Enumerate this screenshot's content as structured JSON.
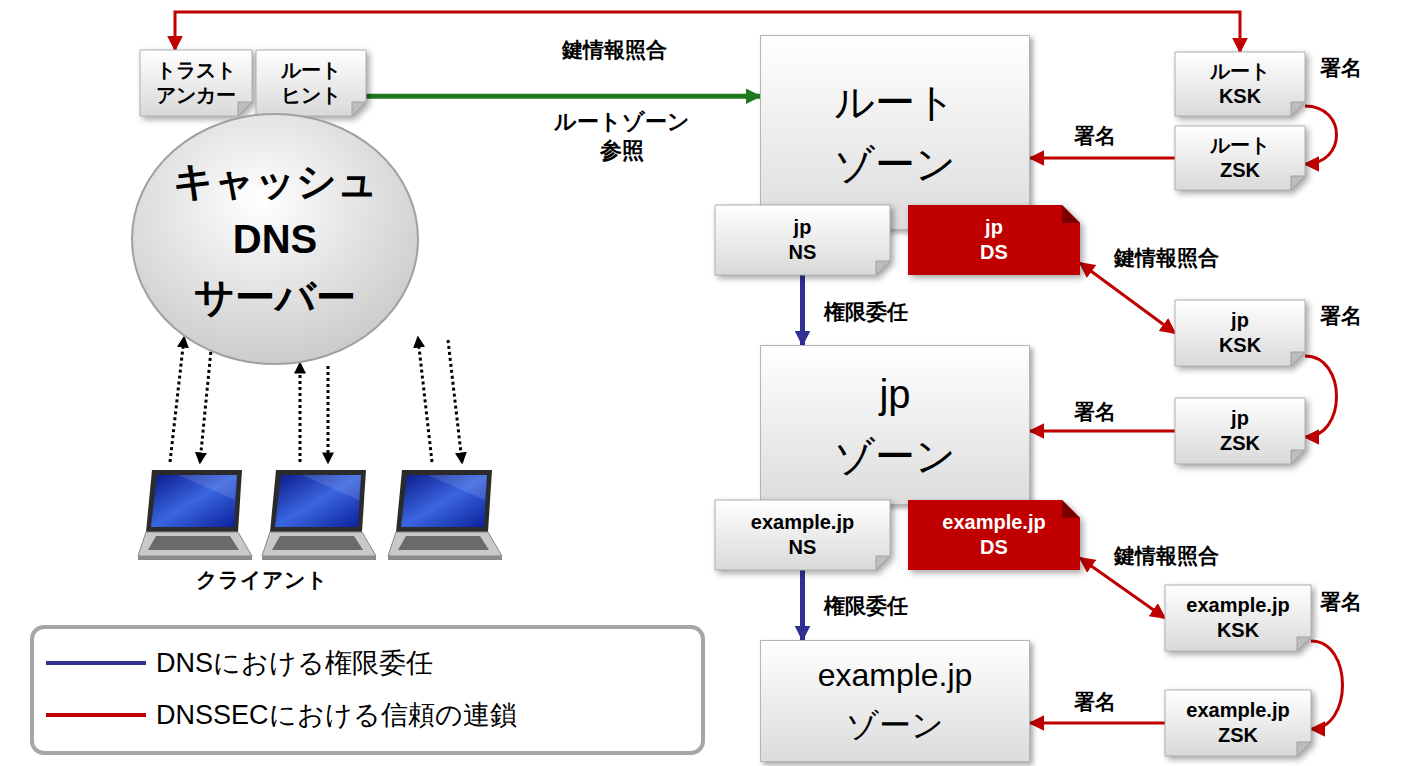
{
  "diagram": {
    "nodes": [
      {
        "text": [
          "トラスト アンカー"
        ]
      },
      {
        "text": [
          "ルート ヒント"
        ]
      },
      {
        "text": [
          "キャッシュ DNS サーバー"
        ]
      },
      {
        "text": [
          "ルート ゾーン"
        ]
      },
      {
        "text": [
          "ルート KSK"
        ]
      },
      {
        "text": [
          "ルート ZSK"
        ]
      },
      {
        "text": [
          "jp NS"
        ]
      },
      {
        "text": [
          "jp DS"
        ]
      },
      {
        "text": [
          "jp ゾーン"
        ]
      },
      {
        "text": [
          "jp KSK"
        ]
      },
      {
        "text": [
          "jp ZSK"
        ]
      },
      {
        "text": [
          "example.jp NS"
        ]
      },
      {
        "text": [
          "example.jp DS"
        ]
      },
      {
        "text": [
          "example.jp ゾーン"
        ]
      },
      {
        "text": [
          "example.jp KSK"
        ]
      },
      {
        "text": [
          "example.jp ZSK"
        ]
      }
    ],
    "edges": [
      {
        "from": 0,
        "to": 4,
        "label": "鍵情報照合",
        "arrow": "both"
      },
      {
        "from": 1,
        "to": 3,
        "label": "ルートゾーン 参照",
        "arrow": "to"
      },
      {
        "from": 4,
        "to": 5,
        "label": "署名",
        "arrow": "to"
      },
      {
        "from": 5,
        "to": 3,
        "label": "署名",
        "arrow": "to"
      },
      {
        "from": 6,
        "to": 8,
        "label": "権限委任",
        "arrow": "to"
      },
      {
        "from": 7,
        "to": 9,
        "label": "鍵情報照合",
        "arrow": "both"
      },
      {
        "from": 9,
        "to": 10,
        "label": "署名",
        "arrow": "to"
      },
      {
        "from": 10,
        "to": 8,
        "label": "署名",
        "arrow": "to"
      },
      {
        "from": 11,
        "to": 13,
        "label": "権限委任",
        "arrow": "to"
      },
      {
        "from": 12,
        "to": 14,
        "label": "鍵情報照合",
        "arrow": "both"
      },
      {
        "from": 14,
        "to": 15,
        "label": "署名",
        "arrow": "to"
      },
      {
        "from": 15,
        "to": 13,
        "label": "署名",
        "arrow": "to"
      }
    ],
    "labels": [
      "クライアント"
    ],
    "legend": [
      {
        "text": "DNSにおける権限委任",
        "color": "#2e3192"
      },
      {
        "text": "DNSSECにおける信頼の連鎖",
        "color": "#c00000"
      }
    ]
  }
}
